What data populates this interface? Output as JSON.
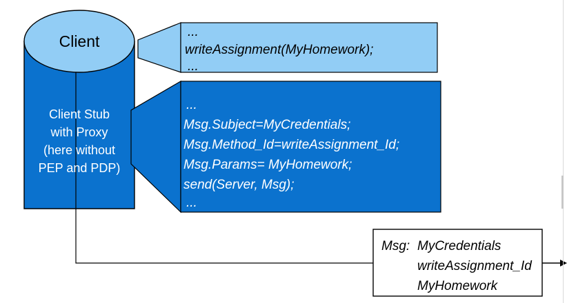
{
  "colors": {
    "light_blue": "#92CDF5",
    "dark_blue": "#0B72CE",
    "outline": "#000000",
    "white": "#FFFFFF",
    "text_dark": "#000000",
    "text_light": "#FFFFFF"
  },
  "client_node": {
    "label": "Client"
  },
  "stub_node": {
    "lines": [
      "Client Stub",
      "with Proxy",
      "(here without",
      "PEP and PDP)"
    ]
  },
  "client_callout": {
    "lines": [
      "...",
      "writeAssignment(MyHomework);",
      "..."
    ]
  },
  "stub_callout": {
    "lines": [
      "...",
      "Msg.Subject=MyCredentials;",
      "Msg.Method_Id=writeAssignment_Id;",
      "Msg.Params= MyHomework;",
      "send(Server, Msg);",
      "..."
    ]
  },
  "message_box": {
    "label": "Msg:",
    "fields": [
      "MyCredentials",
      "writeAssignment_Id",
      "MyHomework"
    ]
  }
}
